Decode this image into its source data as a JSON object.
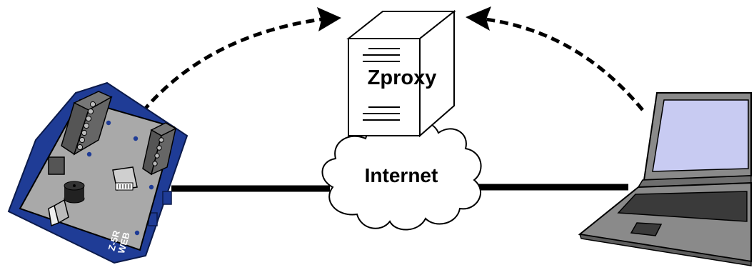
{
  "nodes": {
    "server": {
      "label": "Zproxy",
      "icon": "server-tower-icon"
    },
    "cloud": {
      "label": "Internet",
      "icon": "cloud-icon"
    },
    "controller": {
      "model_line1": "Z-5R",
      "model_line2": "WEB",
      "icon": "controller-board-icon"
    },
    "laptop": {
      "icon": "laptop-icon"
    }
  },
  "colors": {
    "board_frame": "#1f3c96",
    "board_pcb": "#a9a9a9",
    "terminal": "#555555",
    "laptop_body": "#8a8a8a",
    "laptop_screen": "#c8cbf2",
    "line": "#000000"
  }
}
